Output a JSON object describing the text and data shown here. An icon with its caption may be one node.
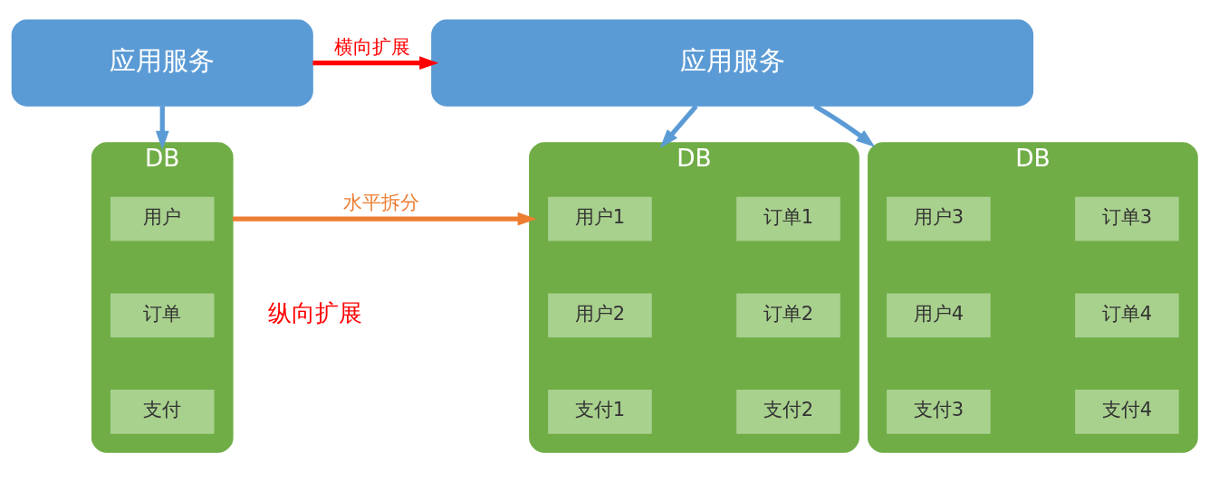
{
  "diagram": {
    "nodes": [
      {
        "text": [
          "应用服务"
        ]
      },
      {
        "text": [
          "DB"
        ]
      },
      {
        "text": [
          "用户"
        ],
        "in": 1
      },
      {
        "text": [
          "订单"
        ],
        "in": 1
      },
      {
        "text": [
          "支付"
        ],
        "in": 1
      },
      {
        "text": [
          "应用服务"
        ]
      },
      {
        "text": [
          "DB"
        ]
      },
      {
        "text": [
          "用户1"
        ],
        "in": 6
      },
      {
        "text": [
          "订单1"
        ],
        "in": 6
      },
      {
        "text": [
          "用户2"
        ],
        "in": 6
      },
      {
        "text": [
          "订单2"
        ],
        "in": 6
      },
      {
        "text": [
          "支付1"
        ],
        "in": 6
      },
      {
        "text": [
          "支付2"
        ],
        "in": 6
      },
      {
        "text": [
          "DB"
        ]
      },
      {
        "text": [
          "用户3"
        ],
        "in": 13
      },
      {
        "text": [
          "订单3"
        ],
        "in": 13
      },
      {
        "text": [
          "用户4"
        ],
        "in": 13
      },
      {
        "text": [
          "订单4"
        ],
        "in": 13
      },
      {
        "text": [
          "支付3"
        ],
        "in": 13
      },
      {
        "text": [
          "支付4"
        ],
        "in": 13
      }
    ],
    "edges": [
      {
        "from": 0,
        "to": 1,
        "arrow": "to"
      },
      {
        "from": 0,
        "to": 5,
        "arrow": "to",
        "label": "横向扩展",
        "color": "#ff0000"
      },
      {
        "from": 1,
        "to": 6,
        "arrow": "to",
        "label": "水平拆分",
        "color": "#ed7d31"
      },
      {
        "from": 5,
        "to": 6,
        "arrow": "to"
      },
      {
        "from": 5,
        "to": 13,
        "arrow": "to"
      }
    ],
    "labels": [
      "纵向扩展"
    ]
  }
}
